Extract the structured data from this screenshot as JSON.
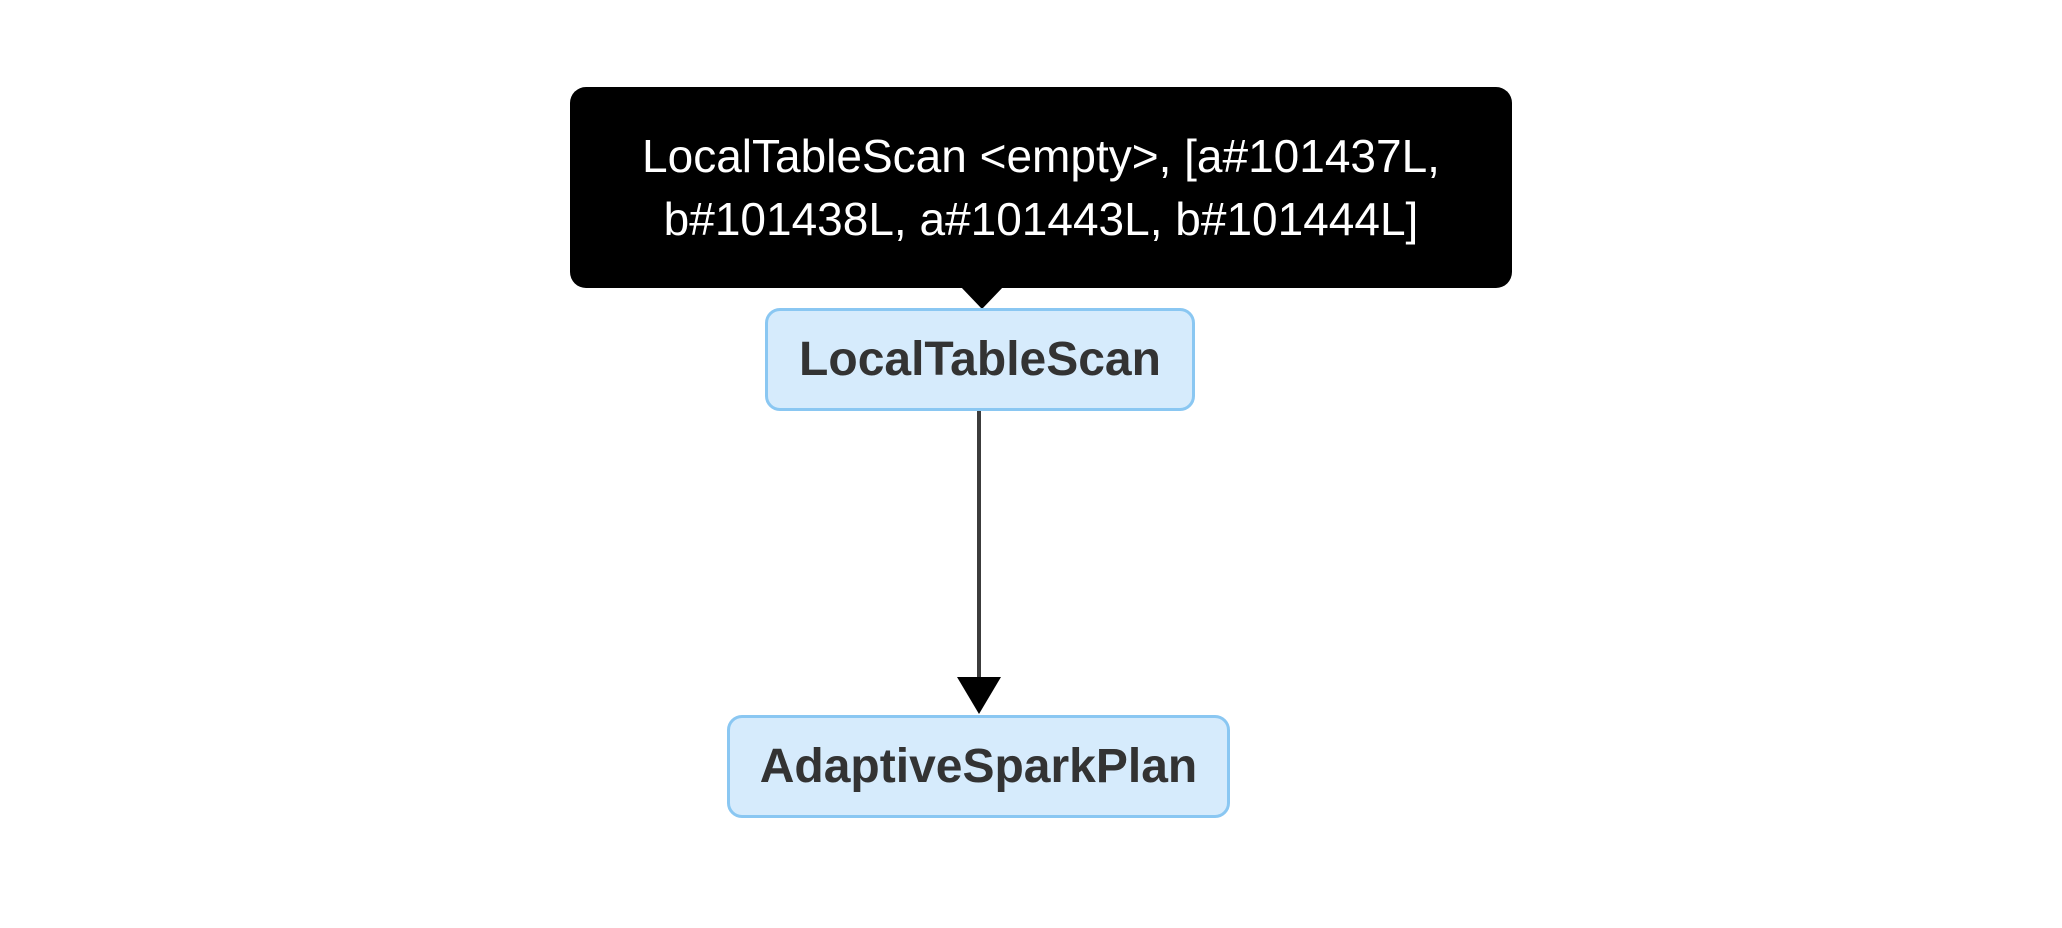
{
  "colors": {
    "background": "#ffffff",
    "tooltip_bg": "#000000",
    "tooltip_text": "#ffffff",
    "node_fill": "#d6ebfc",
    "node_border": "#8ac7f2",
    "node_text": "#333333",
    "edge_line": "#3c3c3c",
    "edge_arrow": "#000000"
  },
  "dag": {
    "tooltip": {
      "attached_to": "LocalTableScan",
      "lines": [
        "LocalTableScan <empty>, [a#101437L,",
        "b#101438L, a#101443L, b#101444L]"
      ]
    },
    "nodes": [
      {
        "label": "LocalTableScan"
      },
      {
        "label": "AdaptiveSparkPlan"
      }
    ],
    "edges": [
      {
        "from": "LocalTableScan",
        "to": "AdaptiveSparkPlan"
      }
    ]
  }
}
